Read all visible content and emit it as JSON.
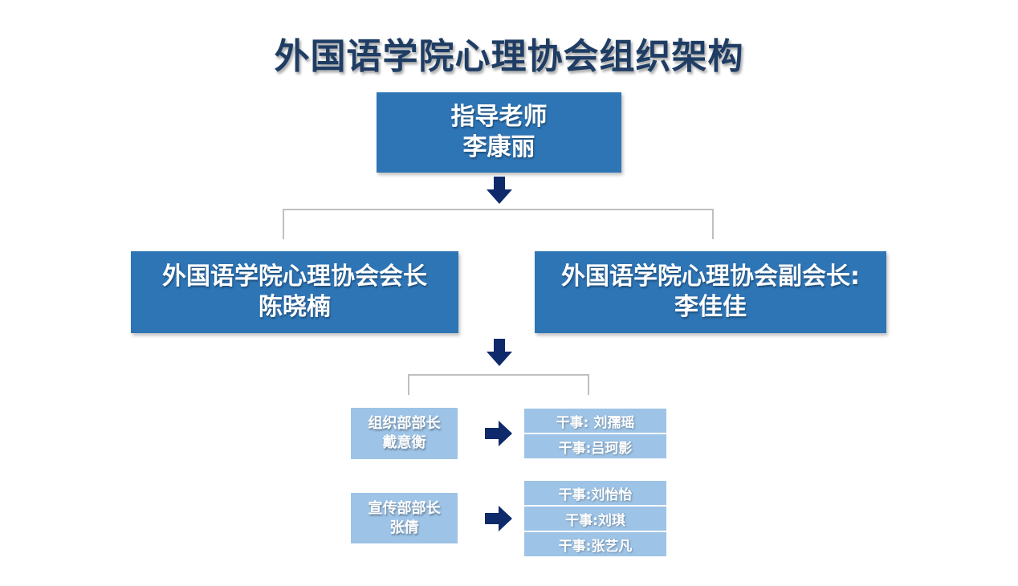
{
  "title": "外国语学院心理协会组织架构",
  "advisor": {
    "role": "指导老师",
    "name": "李康丽"
  },
  "president": {
    "role": "外国语学院心理协会会长",
    "name": "陈晓楠"
  },
  "vice_president": {
    "role": "外国语学院心理协会副会长:",
    "name": "李佳佳"
  },
  "departments": [
    {
      "role": "组织部部长",
      "name": "戴意衡",
      "members": [
        "干事: 刘孺瑶",
        "干事:吕珂影"
      ]
    },
    {
      "role": "宣传部部长",
      "name": "张倩",
      "members": [
        "干事:刘怡怡",
        "干事:刘琪",
        "干事:张艺凡"
      ]
    }
  ],
  "colors": {
    "dark_box": "#2e75b6",
    "light_box": "#9dc3e6",
    "arrow": "#0e2a6b",
    "title": "#1f3d64",
    "connector": "#bfbfbf"
  }
}
